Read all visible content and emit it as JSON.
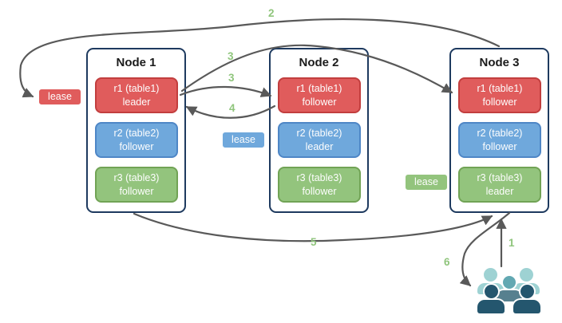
{
  "nodes": [
    {
      "title": "Node 1",
      "replicas": [
        {
          "name": "r1 (table1)",
          "role": "leader",
          "kind": "red"
        },
        {
          "name": "r2 (table2)",
          "role": "follower",
          "kind": "blue"
        },
        {
          "name": "r3 (table3)",
          "role": "follower",
          "kind": "green"
        }
      ]
    },
    {
      "title": "Node 2",
      "replicas": [
        {
          "name": "r1 (table1)",
          "role": "follower",
          "kind": "red"
        },
        {
          "name": "r2 (table2)",
          "role": "leader",
          "kind": "blue"
        },
        {
          "name": "r3 (table3)",
          "role": "follower",
          "kind": "green"
        }
      ]
    },
    {
      "title": "Node 3",
      "replicas": [
        {
          "name": "r1 (table1)",
          "role": "follower",
          "kind": "red"
        },
        {
          "name": "r2 (table2)",
          "role": "follower",
          "kind": "blue"
        },
        {
          "name": "r3 (table3)",
          "role": "leader",
          "kind": "green"
        }
      ]
    }
  ],
  "leases": [
    {
      "label": "lease",
      "kind": "red"
    },
    {
      "label": "lease",
      "kind": "blue"
    },
    {
      "label": "lease",
      "kind": "green"
    }
  ],
  "steps": [
    {
      "n": "2"
    },
    {
      "n": "3"
    },
    {
      "n": "3"
    },
    {
      "n": "4"
    },
    {
      "n": "5"
    },
    {
      "n": "1"
    },
    {
      "n": "6"
    }
  ],
  "colors": {
    "arrow": "#595959",
    "step_label": "#8fc57c",
    "node_border": "#1e3a5f",
    "red_fill": "#e05c5c",
    "red_border": "#c23e3e",
    "blue_fill": "#6fa8dc",
    "blue_border": "#4e86c6",
    "green_fill": "#93c47d",
    "green_border": "#71a355",
    "ppl_back": "#9ed2d3",
    "ppl_mid": "#62a8b2",
    "ppl_mid_body": "#57808f",
    "ppl_front": "#24566e"
  }
}
